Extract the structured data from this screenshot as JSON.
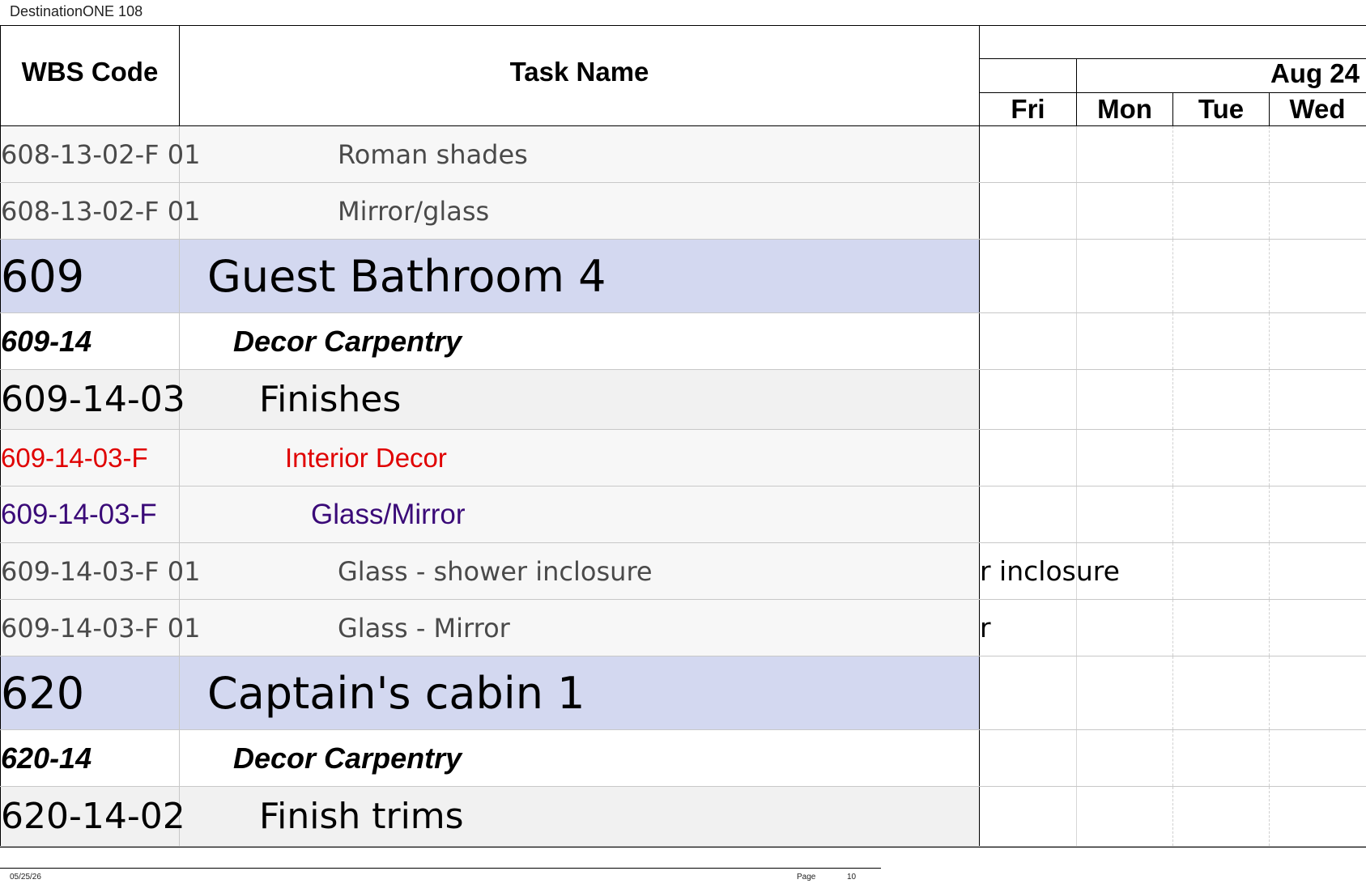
{
  "project_title": "DestinationONE 108",
  "header": {
    "wbs_label": "WBS Code",
    "task_label": "Task Name",
    "month_label": "Aug 24",
    "days": [
      "Fri",
      "Mon",
      "Tue",
      "Wed"
    ]
  },
  "rows": [
    {
      "level": "leaf",
      "wbs": "608-13-02-F 01",
      "task": "Roman shades",
      "bar_text": ""
    },
    {
      "level": "leaf",
      "wbs": "608-13-02-F 01",
      "task": "Mirror/glass",
      "bar_text": ""
    },
    {
      "level": "1",
      "wbs": "609",
      "task": "Guest Bathroom 4",
      "bar_text": ""
    },
    {
      "level": "2",
      "wbs": "609-14",
      "task": "Decor Carpentry",
      "bar_text": ""
    },
    {
      "level": "3",
      "wbs": "609-14-03",
      "task": "Finishes",
      "bar_text": ""
    },
    {
      "level": "red",
      "wbs": "609-14-03-F",
      "task": "Interior Decor",
      "bar_text": ""
    },
    {
      "level": "purple",
      "wbs": "609-14-03-F",
      "task": "Glass/Mirror",
      "bar_text": ""
    },
    {
      "level": "leaf",
      "wbs": "609-14-03-F 01",
      "task": "Glass - shower inclosure",
      "bar_text": "r inclosure"
    },
    {
      "level": "leaf",
      "wbs": "609-14-03-F 01",
      "task": "Glass - Mirror",
      "bar_text": "r"
    },
    {
      "level": "1",
      "wbs": "620",
      "task": "Captain's cabin 1",
      "bar_text": ""
    },
    {
      "level": "2",
      "wbs": "620-14",
      "task": "Decor Carpentry",
      "bar_text": ""
    },
    {
      "level": "3",
      "wbs": "620-14-02",
      "task": "Finish trims",
      "bar_text": ""
    }
  ],
  "footer": {
    "date": "05/25/26",
    "page_label": "Page",
    "page_number": "10"
  }
}
